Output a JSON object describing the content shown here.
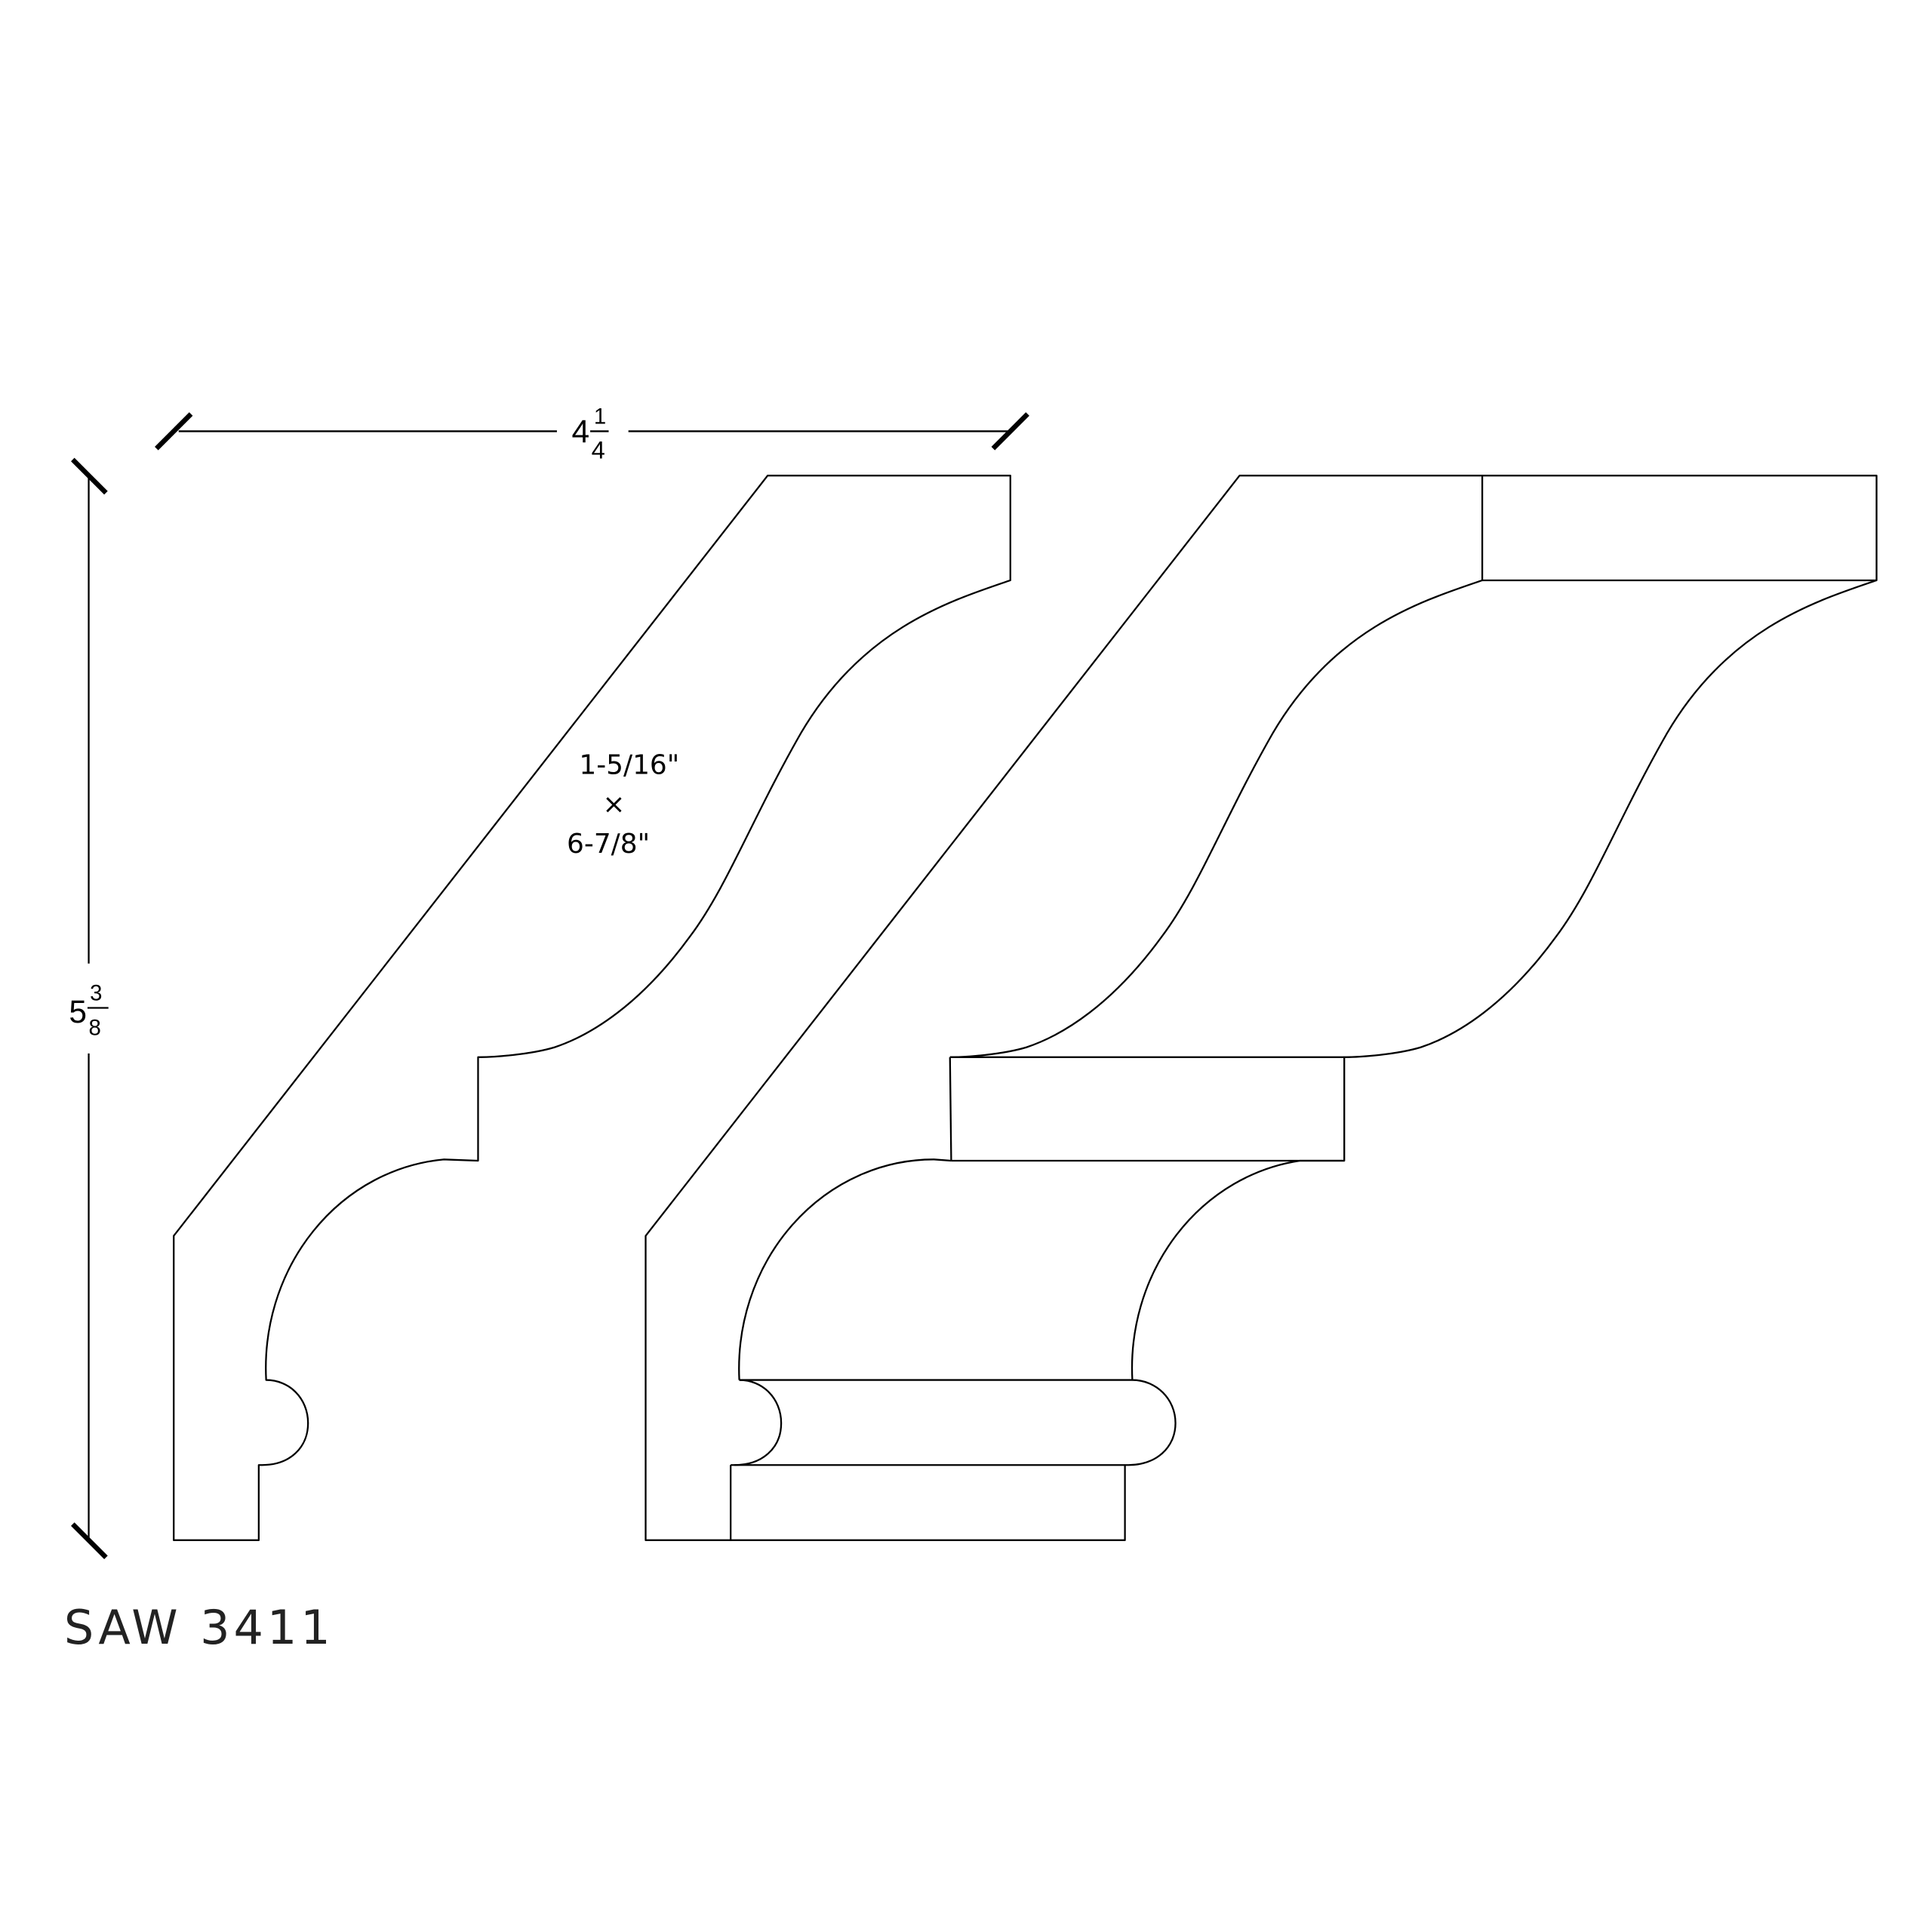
{
  "drawing": {
    "part_number": "SAW 3411",
    "width_dimension": {
      "whole": "4",
      "numerator": "1",
      "denominator": "4"
    },
    "height_dimension": {
      "whole": "5",
      "numerator": "3",
      "denominator": "8"
    },
    "blank_size": {
      "line1": "1-5/16\"",
      "line2": "×",
      "line3": "6-7/8\""
    },
    "line_color": "#000000",
    "background": "#ffffff"
  }
}
